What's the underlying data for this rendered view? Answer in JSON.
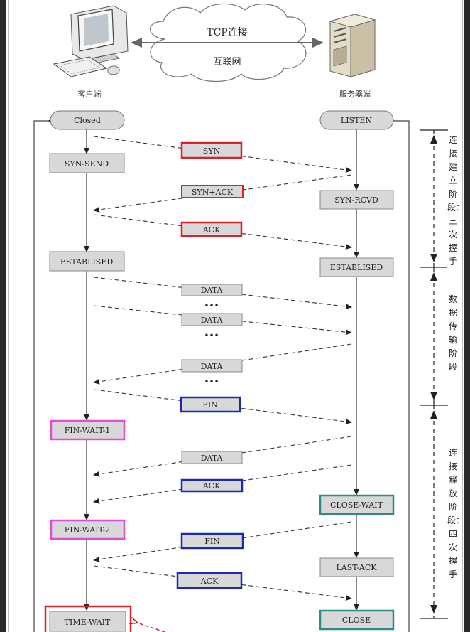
{
  "network": {
    "tcp_label": "TCP连接",
    "internet_label": "互联网",
    "client_label": "客户端",
    "server_label": "服务器端"
  },
  "client_states": [
    "Closed",
    "SYN-SEND",
    "ESTABLISED",
    "FIN-WAIT-1",
    "FIN-WAIT-2",
    "TIME-WAIT"
  ],
  "server_states": [
    "LISTEN",
    "SYN-RCVD",
    "ESTABLISED",
    "CLOSE-WAIT",
    "LAST-ACK",
    "CLOSE"
  ],
  "messages": [
    "SYN",
    "SYN+ACK",
    "ACK",
    "DATA",
    "•••",
    "DATA",
    "•••",
    "DATA",
    "•••",
    "FIN",
    "DATA",
    "ACK",
    "FIN",
    "ACK"
  ],
  "phases": {
    "handshake": "连接建立阶段：三次握手",
    "transfer": "数据传输阶段",
    "teardown": "连接释放阶段：四次握手"
  },
  "colors": {
    "handshake_border": "#d9232a",
    "fin_border": "#1a2bb0",
    "fin_wait_border": "#e04bd8",
    "close_border": "#2e8b84",
    "state_fill": "#d8d8d8"
  }
}
